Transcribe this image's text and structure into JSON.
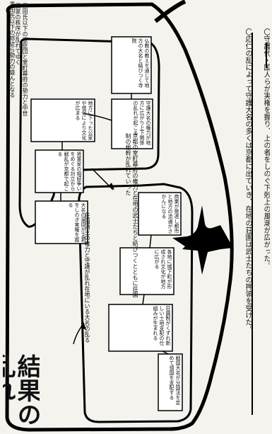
{
  "title": "結果の乱れ",
  "labels": {
    "top_cut": "黒田氏以下の郎従ら勢力の盛んとなる",
    "top_line": "黒田氏以下の家臣団と室町幕府の勢力と中世武家の秩序が乱れてゆく",
    "top_bottom": "荘園領主の権力と守護が乱れ在地にいる大名の乱る",
    "bottom_line": "京都の室町幕府の権力と在地の武士たちと結びつくとともに荘園制の根幹が乱れていった",
    "right_col_1": "〇応仁の乱によって守護大名の多くは京都に出ていき、在地の荘園は武士たちの押領を受けた。",
    "right_col_2": "〇守護代・国人らが実権を握り、上の者をしのぐ下剋上の風潮が広がった。"
  },
  "boxes": {
    "b1": "仏教の教えを通じて地方の大名と結びつく寺院",
    "b2": "守護大名の権力が地方に広がり上下関係の乱れが起こる",
    "b3": "地方に下った公家や僧侶により文化が広まる",
    "b4": "将軍家の相続争いをめぐる対立から戦乱が京都で起こる",
    "b5": "大名の家臣が主君をしのぎ実権を握る",
    "b6": "商業が発達し都市と地方の流通がさかんになる",
    "b7": "各地に城下町が形成され文化が地方に広がる",
    "b8": "荘園制がくずれ新しい土地支配の仕組みが生まれる",
    "b9": "戦国大名が分国法を定めて領国を支配する"
  }
}
